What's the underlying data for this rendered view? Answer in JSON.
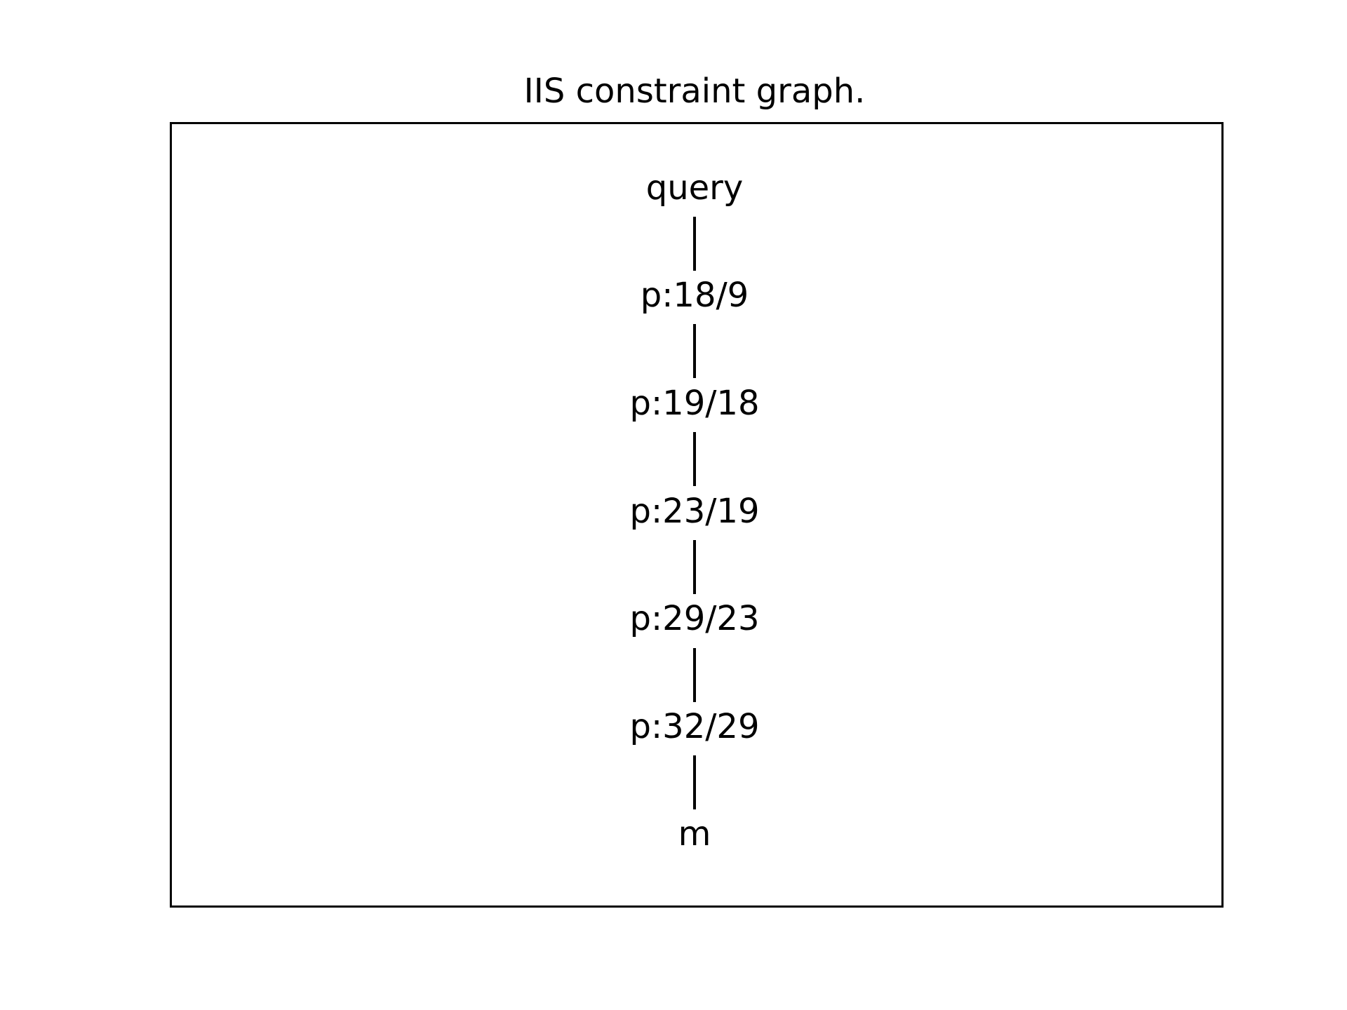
{
  "title": "IIS constraint graph.",
  "nodes": [
    {
      "label": "query"
    },
    {
      "label": "p:18/9"
    },
    {
      "label": "p:19/18"
    },
    {
      "label": "p:23/19"
    },
    {
      "label": "p:29/23"
    },
    {
      "label": "p:32/29"
    },
    {
      "label": "m"
    }
  ],
  "edges": [
    {
      "from": "query",
      "to": "p:18/9"
    },
    {
      "from": "p:18/9",
      "to": "p:19/18"
    },
    {
      "from": "p:19/18",
      "to": "p:23/19"
    },
    {
      "from": "p:23/19",
      "to": "p:29/23"
    },
    {
      "from": "p:29/23",
      "to": "p:32/29"
    },
    {
      "from": "p:32/29",
      "to": "m"
    }
  ],
  "colors": {
    "line": "#000000",
    "text": "#000000",
    "background": "#ffffff"
  }
}
